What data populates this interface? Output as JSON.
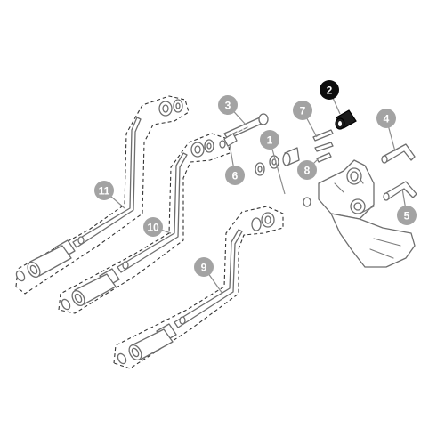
{
  "diagram": {
    "colors": {
      "badge_gray": "#a3a3a3",
      "badge_highlight": "#0d0d0d",
      "outline": "#6e6e6e",
      "group_outline": "#333333"
    },
    "callouts": [
      {
        "id": "c1",
        "label": "1",
        "highlighted": false
      },
      {
        "id": "c2",
        "label": "2",
        "highlighted": true
      },
      {
        "id": "c3",
        "label": "3",
        "highlighted": false
      },
      {
        "id": "c4",
        "label": "4",
        "highlighted": false
      },
      {
        "id": "c5",
        "label": "5",
        "highlighted": false
      },
      {
        "id": "c6",
        "label": "6",
        "highlighted": false
      },
      {
        "id": "c7",
        "label": "7",
        "highlighted": false
      },
      {
        "id": "c8",
        "label": "8",
        "highlighted": false
      },
      {
        "id": "c9",
        "label": "9",
        "highlighted": false
      },
      {
        "id": "c10",
        "label": "10",
        "highlighted": false
      },
      {
        "id": "c11",
        "label": "11",
        "highlighted": false
      }
    ]
  }
}
